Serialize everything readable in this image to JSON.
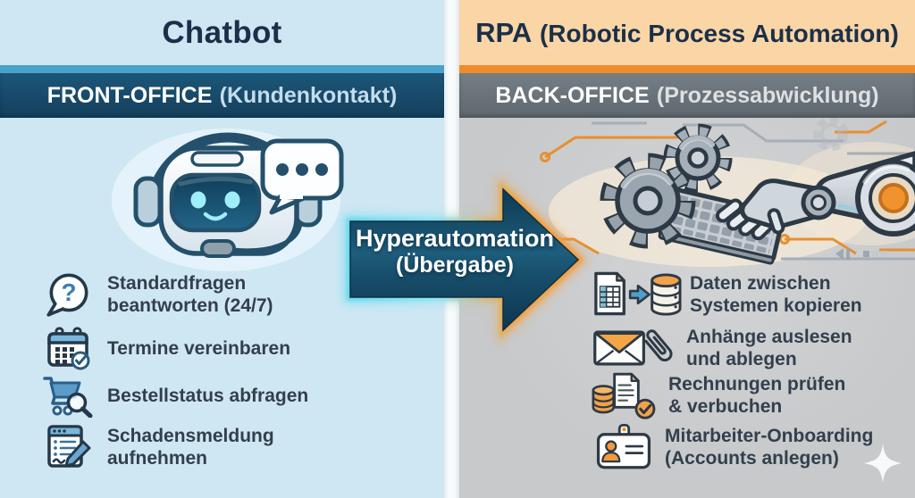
{
  "left_panel": {
    "title": "Chatbot",
    "banner": {
      "strong": "FRONT-OFFICE",
      "normal": "(Kundenkontakt)"
    },
    "items": [
      {
        "icon": "chat-question-icon",
        "glyph": "?",
        "line1": "Standardfragen",
        "line2": "beantworten (24/7)"
      },
      {
        "icon": "calendar-check-icon",
        "line1": "Termine vereinbaren",
        "line2": ""
      },
      {
        "icon": "cart-search-icon",
        "line1": "Bestellstatus abfragen",
        "line2": ""
      },
      {
        "icon": "claim-form-icon",
        "line1": "Schadensmeldung",
        "line2": "aufnehmen"
      }
    ]
  },
  "right_panel": {
    "title": {
      "strong": "RPA",
      "normal": "(Robotic Process Automation)"
    },
    "banner": {
      "strong": "BACK-OFFICE",
      "normal": "(Prozessabwicklung)"
    },
    "items": [
      {
        "icon": "copy-data-icon",
        "line1": "Daten zwischen",
        "line2": "Systemen kopieren"
      },
      {
        "icon": "mail-attachment-icon",
        "line1": "Anhänge auslesen",
        "line2": "und ablegen"
      },
      {
        "icon": "invoice-check-icon",
        "line1": "Rechnungen prüfen",
        "line2": "& verbuchen"
      },
      {
        "icon": "id-badge-icon",
        "line1": "Mitarbeiter-Onboarding",
        "line2": "(Accounts anlegen)"
      }
    ]
  },
  "arrow": {
    "line1": "Hyperautomation",
    "line2": "(Übergabe)"
  },
  "colors": {
    "left_bg": "#cfe7f3",
    "left_strip": "#49a2ca",
    "left_banner": "#184862",
    "right_header_bg": "#fad5a6",
    "right_strip": "#ee8c2b",
    "right_banner": "#6c757c",
    "right_bg": "#c8cacc",
    "arrow_fill": "#15475f",
    "glow_cyan": "#7fe3f4",
    "glow_orange": "#f79b3a",
    "title_text": "#1b3048",
    "list_text": "#333f4c",
    "icon_blue": "#3c7fb3",
    "icon_orange": "#f2a24a",
    "outline_navy": "#2d3945"
  }
}
